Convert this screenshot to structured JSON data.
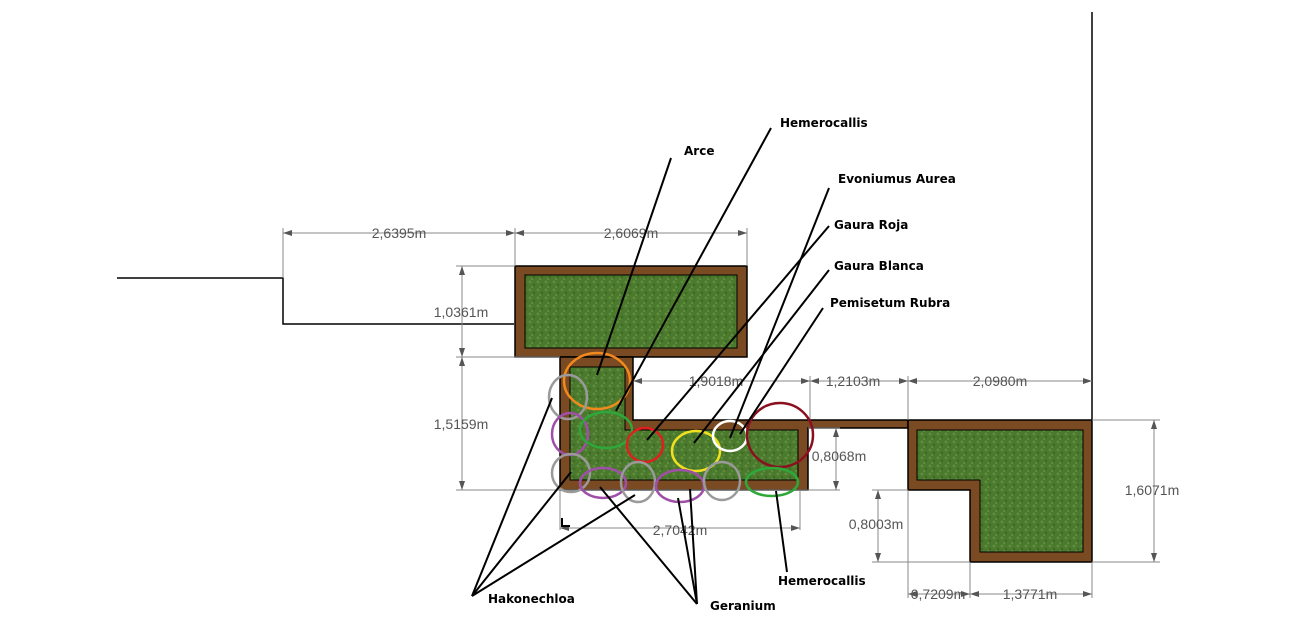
{
  "colors": {
    "wood": "#7a4a22",
    "grass": "#4b7a2e",
    "grass_light": "#5f8f3c",
    "plant_orange": "#f08a1c",
    "plant_gray": "#9a9a9a",
    "plant_purple": "#a04fa8",
    "plant_green": "#2ea83a",
    "plant_red": "#e02020",
    "plant_yellow": "#f0e020",
    "plant_white": "#ffffff",
    "plant_darkred": "#8a1020"
  },
  "dimensions": {
    "d1": "2,6395m",
    "d2": "2,6069m",
    "d3": "1,0361m",
    "d4": "1,5159m",
    "d5": "1,9018m",
    "d6": "1,2103m",
    "d7": "2,0980m",
    "d8": "0,8068m",
    "d9": "2,7042m",
    "d10": "1,6071m",
    "d11": "0,8003m",
    "d12": "0,7209m",
    "d13": "1,3771m"
  },
  "plants": {
    "arce": "Arce",
    "hemerocallis_top": "Hemerocallis",
    "evoniumus": "Evoniumus Aurea",
    "gaura_roja": "Gaura Roja",
    "gaura_blanca": "Gaura Blanca",
    "pemisetum": "Pemisetum Rubra",
    "hemerocallis_bottom": "Hemerocallis",
    "hakonechloa": "Hakonechloa",
    "geranium": "Geranium"
  }
}
